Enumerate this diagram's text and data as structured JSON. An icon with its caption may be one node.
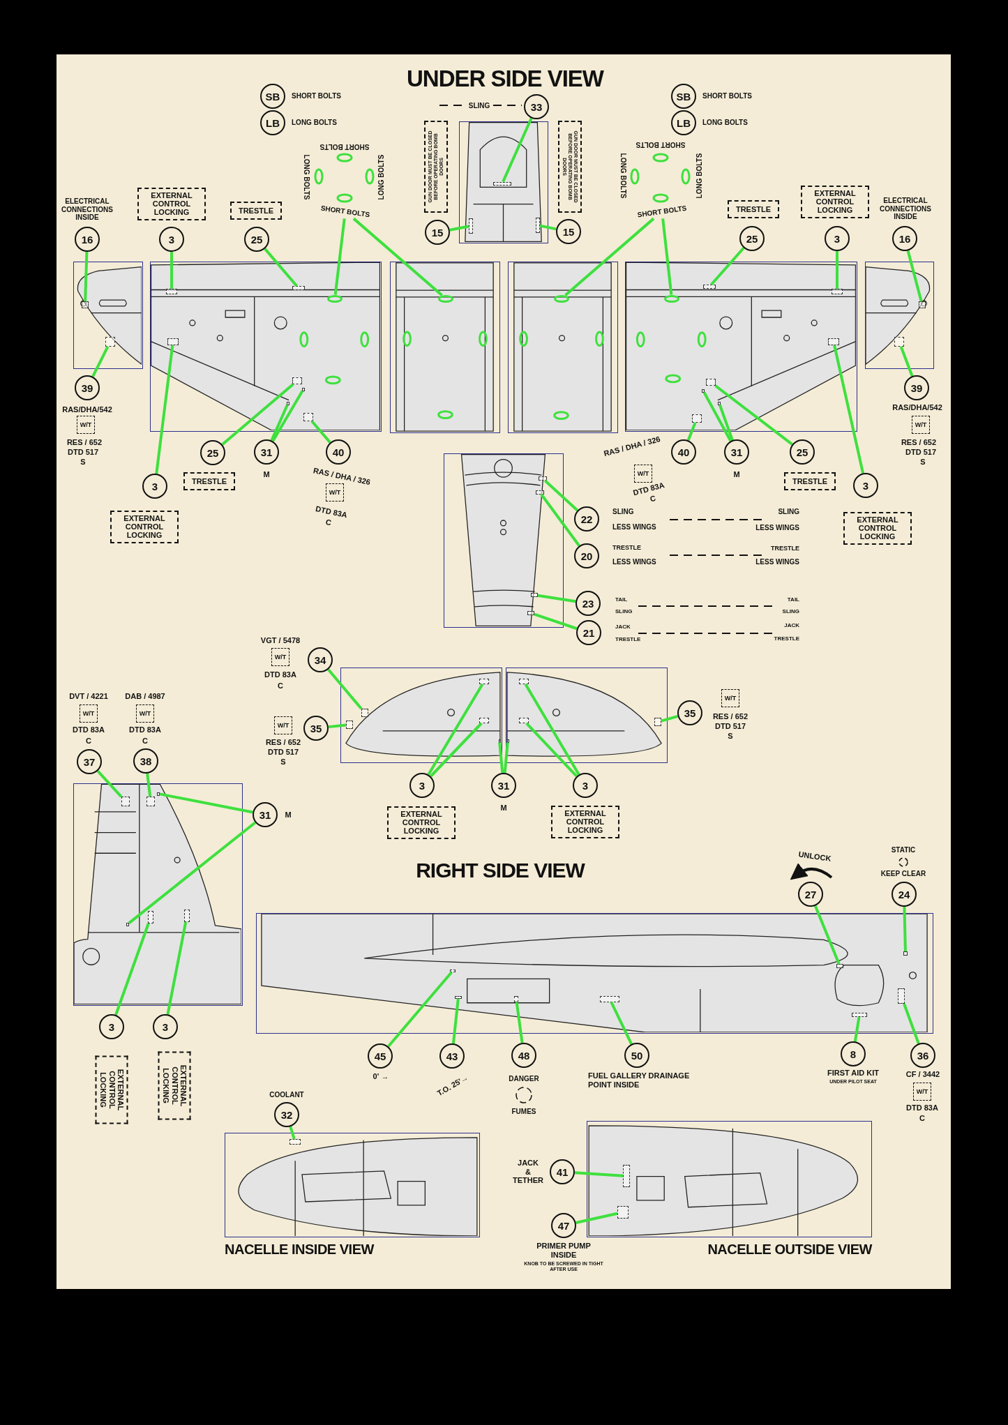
{
  "diagram": {
    "title": "UNDER SIDE VIEW",
    "nodes": [
      {
        "text": [
          "SB"
        ],
        "beside": [
          "SHORT BOLTS"
        ]
      },
      {
        "text": [
          "LB"
        ],
        "beside": [
          "LONG BOLTS"
        ]
      },
      {
        "text": [
          "SB"
        ],
        "beside": [
          "SHORT BOLTS"
        ]
      },
      {
        "text": [
          "LB"
        ],
        "beside": [
          "LONG BOLTS"
        ]
      },
      {
        "text": [
          "33"
        ]
      },
      {
        "text": [
          "GUN DOOR MUST BE CLOSED BEFORE OPERATING BOMB DOORS"
        ]
      },
      {
        "text": [
          "GUN DOOR MUST BE CLOSED BEFORE OPERATING BOMB DOORS"
        ]
      },
      {
        "text": [],
        "shape": "picture"
      },
      {
        "text": [],
        "shape": "box",
        "in": 7
      },
      {
        "text": [],
        "shape": "box",
        "in": 7
      },
      {
        "text": [],
        "shape": "box",
        "in": 7
      },
      {
        "text": [
          "15"
        ]
      },
      {
        "text": [
          "15"
        ]
      },
      {
        "text": [
          "SHORT BOLTS"
        ]
      },
      {
        "text": [
          "SHORT BOLTS"
        ]
      },
      {
        "text": [
          "16"
        ],
        "beside": [
          "ELECTRICAL CONNECTIONS INSIDE"
        ]
      },
      {
        "text": [
          "EXTERNAL CONTROL LOCKING"
        ]
      },
      {
        "text": [
          "3"
        ]
      },
      {
        "text": [
          "TRESTLE"
        ]
      },
      {
        "text": [
          "25"
        ]
      },
      {
        "text": [
          "TRESTLE"
        ]
      },
      {
        "text": [
          "25"
        ]
      },
      {
        "text": [
          "EXTERNAL CONTROL LOCKING"
        ]
      },
      {
        "text": [
          "3"
        ]
      },
      {
        "text": [
          "16"
        ],
        "beside": [
          "ELECTRICAL CONNECTIONS INSIDE"
        ]
      },
      {
        "text": [],
        "shape": "picture"
      },
      {
        "text": [],
        "shape": "picture"
      },
      {
        "text": [],
        "shape": "picture"
      },
      {
        "text": [],
        "shape": "picture"
      },
      {
        "text": [],
        "shape": "picture"
      },
      {
        "text": [],
        "shape": "picture"
      },
      {
        "text": [],
        "shape": "box",
        "in": 25
      },
      {
        "text": [],
        "shape": "box",
        "in": 25
      },
      {
        "text": [],
        "shape": "box",
        "in": 26
      },
      {
        "text": [],
        "shape": "box",
        "in": 26
      },
      {
        "text": [],
        "shape": "ellipse",
        "in": 26
      },
      {
        "text": [],
        "shape": "box",
        "in": 26
      },
      {
        "text": [],
        "shape": "box",
        "in": 26
      },
      {
        "text": [],
        "shape": "box",
        "in": 26
      },
      {
        "text": [],
        "shape": "box",
        "in": 26
      },
      {
        "text": [],
        "shape": "box",
        "in": 26
      },
      {
        "text": [],
        "shape": "ellipse",
        "in": 27
      },
      {
        "text": [],
        "shape": "ellipse",
        "in": 28
      },
      {
        "text": [],
        "shape": "ellipse",
        "in": 29
      },
      {
        "text": [],
        "shape": "box",
        "in": 29
      },
      {
        "text": [],
        "shape": "box",
        "in": 29
      },
      {
        "text": [],
        "shape": "box",
        "in": 29
      },
      {
        "text": [],
        "shape": "box",
        "in": 29
      },
      {
        "text": [],
        "shape": "box",
        "in": 29
      },
      {
        "text": [],
        "shape": "box",
        "in": 29
      },
      {
        "text": [],
        "shape": "box",
        "in": 29
      },
      {
        "text": [],
        "shape": "box",
        "in": 30
      },
      {
        "text": [],
        "shape": "box",
        "in": 30
      },
      {
        "text": [
          "39"
        ]
      },
      {
        "text": [
          "W/T"
        ],
        "beside": [
          "RAS/DHA/542",
          "RES / 652",
          "DTD 517",
          "S"
        ]
      },
      {
        "text": [
          "25"
        ]
      },
      {
        "text": [
          "TRESTLE"
        ]
      },
      {
        "text": [
          "31"
        ],
        "beside": [
          "M"
        ]
      },
      {
        "text": [
          "40"
        ]
      },
      {
        "text": [
          "W/T"
        ],
        "beside": [
          "RAS / DHA / 326",
          "DTD 83A",
          "C"
        ]
      },
      {
        "text": [
          "3"
        ]
      },
      {
        "text": [
          "EXTERNAL CONTROL LOCKING"
        ]
      },
      {
        "text": [
          "40"
        ]
      },
      {
        "text": [
          "W/T"
        ],
        "beside": [
          "RAS / DHA / 326",
          "DTD 83A",
          "C"
        ]
      },
      {
        "text": [
          "31"
        ],
        "beside": [
          "M"
        ]
      },
      {
        "text": [
          "25"
        ]
      },
      {
        "text": [
          "TRESTLE"
        ]
      },
      {
        "text": [
          "3"
        ]
      },
      {
        "text": [
          "EXTERNAL CONTROL LOCKING"
        ]
      },
      {
        "text": [
          "39"
        ]
      },
      {
        "text": [
          "W/T"
        ],
        "beside": [
          "RAS/DHA/542",
          "RES / 652",
          "DTD 517",
          "S"
        ]
      },
      {
        "text": [],
        "shape": "picture"
      },
      {
        "text": [],
        "shape": "box",
        "in": 71
      },
      {
        "text": [],
        "shape": "box",
        "in": 71
      },
      {
        "text": [],
        "shape": "box",
        "in": 71
      },
      {
        "text": [],
        "shape": "box",
        "in": 71
      },
      {
        "text": [
          "22"
        ],
        "beside": [
          "SLING",
          "LESS WINGS",
          "SLING",
          "LESS WINGS"
        ]
      },
      {
        "text": [
          "20"
        ],
        "beside": [
          "TRESTLE",
          "LESS WINGS",
          "TRESTLE",
          "LESS WINGS"
        ]
      },
      {
        "text": [
          "23"
        ],
        "beside": [
          "TAIL",
          "SLING",
          "TAIL",
          "SLING"
        ]
      },
      {
        "text": [
          "21"
        ],
        "beside": [
          "JACK",
          "TRESTLE",
          "JACK",
          "TRESTLE"
        ]
      },
      {
        "text": [
          "34"
        ]
      },
      {
        "text": [
          "W/T"
        ],
        "beside": [
          "VGT / 5478",
          "DTD 83A",
          "C"
        ]
      },
      {
        "text": [
          "35"
        ]
      },
      {
        "text": [
          "W/T"
        ],
        "beside": [
          "RES / 652",
          "DTD 517",
          "S"
        ]
      },
      {
        "text": [],
        "shape": "picture"
      },
      {
        "text": [],
        "shape": "picture"
      },
      {
        "text": [],
        "shape": "box",
        "in": 84
      },
      {
        "text": [],
        "shape": "box",
        "in": 84
      },
      {
        "text": [],
        "shape": "box",
        "in": 84
      },
      {
        "text": [],
        "shape": "box",
        "in": 84
      },
      {
        "text": [],
        "shape": "box",
        "in": 84
      },
      {
        "text": [],
        "shape": "box",
        "in": 85
      },
      {
        "text": [],
        "shape": "box",
        "in": 85
      },
      {
        "text": [],
        "shape": "box",
        "in": 85
      },
      {
        "text": [],
        "shape": "box",
        "in": 85
      },
      {
        "text": [
          "35"
        ]
      },
      {
        "text": [
          "W/T"
        ],
        "beside": [
          "RES / 652",
          "DTD 517",
          "S"
        ]
      },
      {
        "text": [
          "3"
        ]
      },
      {
        "text": [
          "EXTERNAL CONTROL LOCKING"
        ]
      },
      {
        "text": [
          "31"
        ],
        "beside": [
          "M"
        ]
      },
      {
        "text": [
          "3"
        ]
      },
      {
        "text": [
          "EXTERNAL CONTROL LOCKING"
        ]
      },
      {
        "text": [
          "37"
        ]
      },
      {
        "text": [
          "W/T"
        ],
        "beside": [
          "DVT / 4221",
          "DTD 83A",
          "C"
        ]
      },
      {
        "text": [
          "38"
        ]
      },
      {
        "text": [
          "W/T"
        ],
        "beside": [
          "DAB / 4987",
          "DTD 83A",
          "C"
        ]
      },
      {
        "text": [
          "31"
        ],
        "beside": [
          "M"
        ]
      },
      {
        "text": [],
        "shape": "picture"
      },
      {
        "text": [],
        "shape": "box",
        "in": 107
      },
      {
        "text": [],
        "shape": "box",
        "in": 107
      },
      {
        "text": [],
        "shape": "box",
        "in": 107
      },
      {
        "text": [],
        "shape": "box",
        "in": 107
      },
      {
        "text": [],
        "shape": "box",
        "in": 107
      },
      {
        "text": [],
        "shape": "box",
        "in": 107
      },
      {
        "text": [
          "3"
        ]
      },
      {
        "text": [
          "EXTERNAL CONTROL LOCKING"
        ]
      },
      {
        "text": [
          "3"
        ]
      },
      {
        "text": [
          "EXTERNAL CONTROL LOCKING"
        ]
      },
      {
        "text": [
          "27"
        ],
        "beside": [
          "UNLOCK"
        ]
      },
      {
        "text": [
          "24"
        ],
        "beside": [
          "STATIC",
          "KEEP CLEAR"
        ]
      },
      {
        "text": [],
        "shape": "picture"
      },
      {
        "text": [],
        "shape": "box",
        "in": 120
      },
      {
        "text": [],
        "shape": "box",
        "in": 120
      },
      {
        "text": [],
        "shape": "box",
        "in": 120
      },
      {
        "text": [],
        "shape": "box",
        "in": 120
      },
      {
        "text": [],
        "shape": "box",
        "in": 120
      },
      {
        "text": [],
        "shape": "box",
        "in": 120
      },
      {
        "text": [],
        "shape": "box",
        "in": 120
      },
      {
        "text": [],
        "shape": "box",
        "in": 120
      },
      {
        "text": [
          "45"
        ],
        "beside": [
          "0' →"
        ]
      },
      {
        "text": [
          "43"
        ],
        "beside": [
          "T.O. 25'→"
        ]
      },
      {
        "text": [
          "48"
        ],
        "beside": [
          "DANGER",
          "FUMES"
        ]
      },
      {
        "text": [
          "50"
        ],
        "beside": [
          "FUEL GALLERY DRAINAGE POINT INSIDE"
        ]
      },
      {
        "text": [
          "8"
        ],
        "beside": [
          "FIRST AID KIT",
          "UNDER PILOT SEAT"
        ]
      },
      {
        "text": [
          "36"
        ]
      },
      {
        "text": [
          "W/T"
        ],
        "beside": [
          "CF / 3442",
          "DTD 83A",
          "C"
        ]
      },
      {
        "text": [
          "32"
        ],
        "beside": [
          "COOLANT"
        ]
      },
      {
        "text": [
          "NACELLE INSIDE VIEW"
        ]
      },
      {
        "text": [],
        "shape": "box",
        "in": 137
      },
      {
        "text": [
          "NACELLE OUTSIDE VIEW"
        ]
      },
      {
        "text": [],
        "shape": "box",
        "in": 139
      },
      {
        "text": [],
        "shape": "box",
        "in": 139
      },
      {
        "text": [
          "41"
        ],
        "beside": [
          "JACK & TETHER"
        ]
      },
      {
        "text": [
          "47"
        ],
        "beside": [
          "PRIMER PUMP INSIDE",
          "KNOB TO BE SCREWED IN TIGHT AFTER USE"
        ]
      }
    ],
    "edges": [
      {
        "from": 4,
        "to": 8,
        "arrow": "none"
      },
      {
        "from": 11,
        "to": 9,
        "arrow": "none"
      },
      {
        "from": 12,
        "to": 10,
        "arrow": "none"
      },
      {
        "from": 13,
        "to": 35,
        "arrow": "none"
      },
      {
        "from": 13,
        "to": 41,
        "arrow": "none"
      },
      {
        "from": 14,
        "to": 42,
        "arrow": "none"
      },
      {
        "from": 14,
        "to": 43,
        "arrow": "none"
      },
      {
        "from": 15,
        "to": 31,
        "arrow": "none"
      },
      {
        "from": 17,
        "to": 33,
        "arrow": "none"
      },
      {
        "from": 19,
        "to": 34,
        "arrow": "none"
      },
      {
        "from": 21,
        "to": 44,
        "arrow": "none"
      },
      {
        "from": 23,
        "to": 45,
        "arrow": "none"
      },
      {
        "from": 24,
        "to": 51,
        "arrow": "none"
      },
      {
        "from": 53,
        "to": 32,
        "arrow": "none"
      },
      {
        "from": 55,
        "to": 37,
        "arrow": "none"
      },
      {
        "from": 57,
        "to": 38,
        "arrow": "none"
      },
      {
        "from": 57,
        "to": 39,
        "arrow": "none"
      },
      {
        "from": 58,
        "to": 40,
        "arrow": "none"
      },
      {
        "from": 60,
        "to": 36,
        "arrow": "none"
      },
      {
        "from": 62,
        "to": 49,
        "arrow": "none"
      },
      {
        "from": 64,
        "to": 46,
        "arrow": "none"
      },
      {
        "from": 64,
        "to": 47,
        "arrow": "none"
      },
      {
        "from": 65,
        "to": 48,
        "arrow": "none"
      },
      {
        "from": 67,
        "to": 50,
        "arrow": "none"
      },
      {
        "from": 69,
        "to": 52,
        "arrow": "none"
      },
      {
        "from": 76,
        "to": 72,
        "arrow": "none"
      },
      {
        "from": 77,
        "to": 73,
        "arrow": "none"
      },
      {
        "from": 78,
        "to": 74,
        "arrow": "none"
      },
      {
        "from": 79,
        "to": 75,
        "arrow": "none"
      },
      {
        "from": 80,
        "to": 86,
        "arrow": "none"
      },
      {
        "from": 82,
        "to": 87,
        "arrow": "none"
      },
      {
        "from": 97,
        "to": 88,
        "arrow": "none"
      },
      {
        "from": 97,
        "to": 89,
        "arrow": "none"
      },
      {
        "from": 99,
        "to": 90,
        "arrow": "none"
      },
      {
        "from": 99,
        "to": 91,
        "arrow": "none"
      },
      {
        "from": 100,
        "to": 92,
        "arrow": "none"
      },
      {
        "from": 100,
        "to": 93,
        "arrow": "none"
      },
      {
        "from": 95,
        "to": 94,
        "arrow": "none"
      },
      {
        "from": 102,
        "to": 108,
        "arrow": "none"
      },
      {
        "from": 104,
        "to": 109,
        "arrow": "none"
      },
      {
        "from": 106,
        "to": 110,
        "arrow": "none"
      },
      {
        "from": 106,
        "to": 111,
        "arrow": "none"
      },
      {
        "from": 114,
        "to": 112,
        "arrow": "none"
      },
      {
        "from": 116,
        "to": 113,
        "arrow": "none"
      },
      {
        "from": 129,
        "to": 121,
        "arrow": "none"
      },
      {
        "from": 130,
        "to": 122,
        "arrow": "none"
      },
      {
        "from": 131,
        "to": 123,
        "arrow": "none"
      },
      {
        "from": 132,
        "to": 124,
        "arrow": "none"
      },
      {
        "from": 118,
        "to": 125,
        "arrow": "none"
      },
      {
        "from": 119,
        "to": 126,
        "arrow": "none"
      },
      {
        "from": 133,
        "to": 127,
        "arrow": "none"
      },
      {
        "from": 134,
        "to": 128,
        "arrow": "none"
      },
      {
        "from": 136,
        "to": 138,
        "arrow": "none"
      },
      {
        "from": 142,
        "to": 140,
        "arrow": "none"
      },
      {
        "from": 143,
        "to": 141,
        "arrow": "none"
      }
    ],
    "labels": [
      "SLING",
      "SHORT BOLTS",
      "LONG BOLTS",
      "LONG BOLTS",
      "SHORT BOLTS",
      "LONG BOLTS",
      "LONG BOLTS",
      "RIGHT SIDE VIEW"
    ]
  }
}
